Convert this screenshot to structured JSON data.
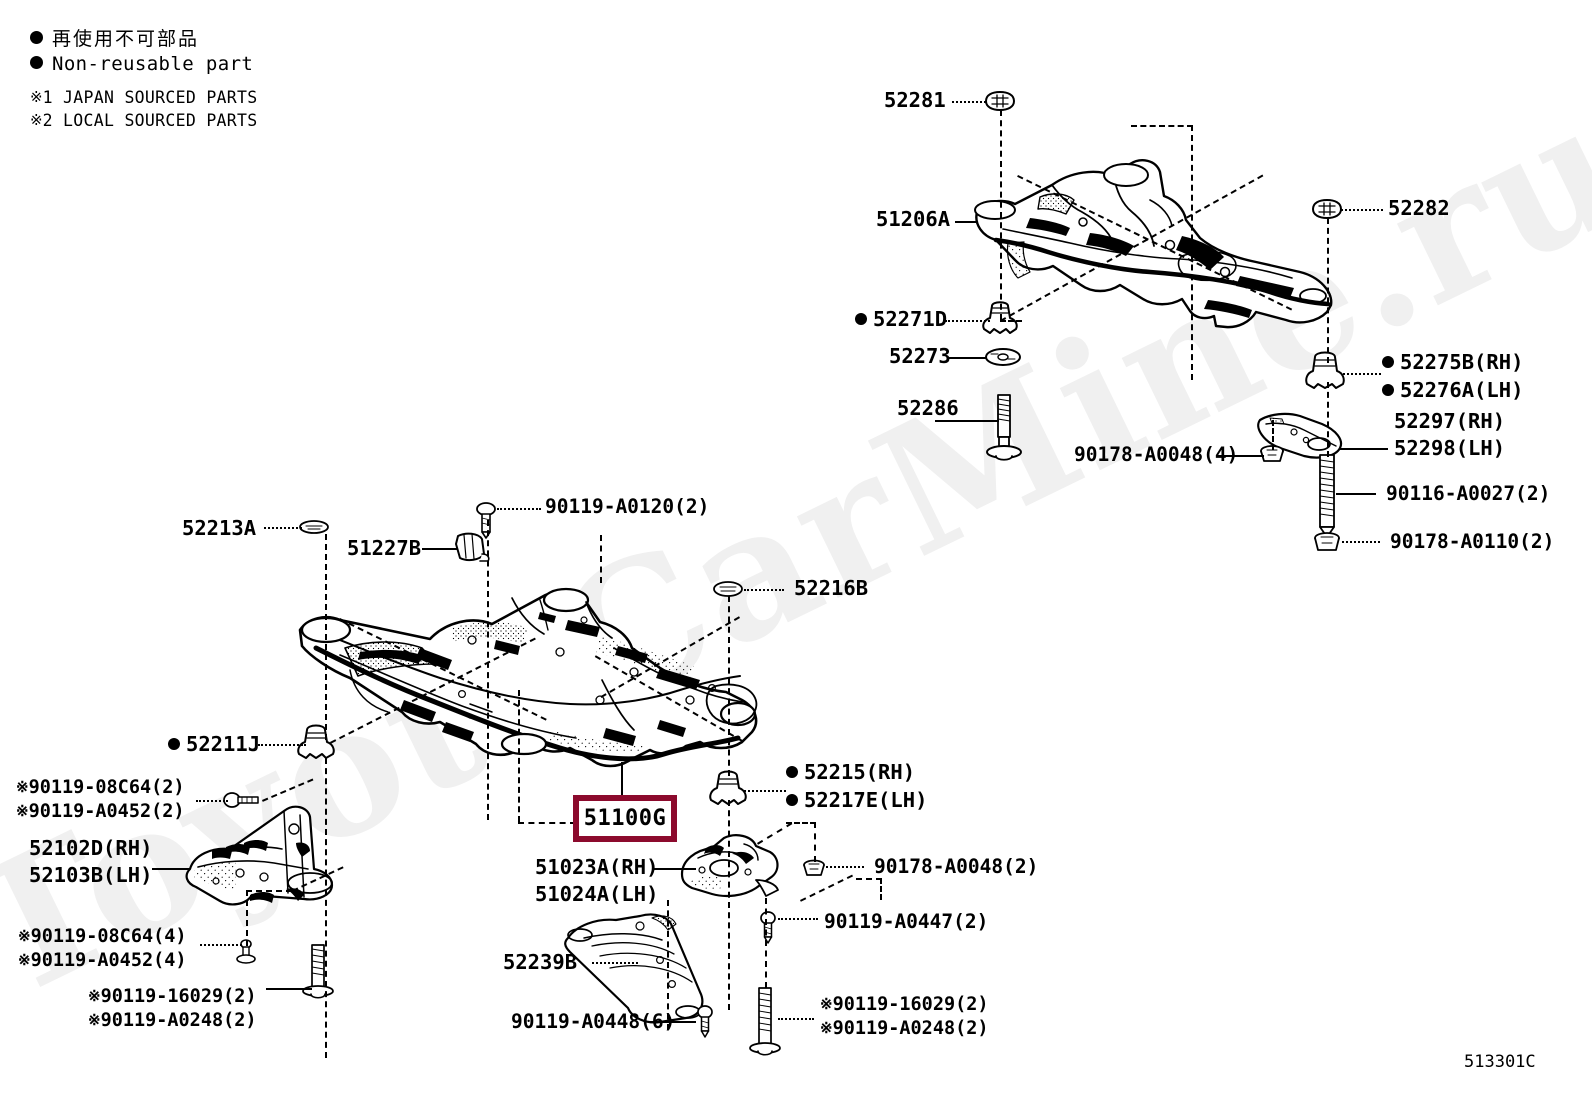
{
  "document": {
    "type": "toyota-parts-catalog-illustration",
    "drawing_number": "513301C",
    "watermark": "ToyotaCarMine.ru"
  },
  "legend": {
    "jp_nonreusable": "再使用不可部品",
    "en_nonreusable": "Non-reusable part",
    "source_1": "1 JAPAN SOURCED PARTS",
    "source_2": "2 LOCAL SOURCED PARTS",
    "kome": "※"
  },
  "highlight": {
    "part_number": "51100G",
    "border_color": "#8c0a2d"
  },
  "labels": {
    "p52281": "52281",
    "p51206A": "51206A",
    "p52271D": "52271D",
    "p52273": "52273",
    "p52286": "52286",
    "p52282": "52282",
    "p52275B": "52275B(RH)",
    "p52276A": "52276A(LH)",
    "p52297": "52297(RH)",
    "p52298": "52298(LH)",
    "p90178_A0048_4": "90178-A0048(4)",
    "p90116_A0027_2": "90116-A0027(2)",
    "p90178_A0110_2": "90178-A0110(2)",
    "p52213A": "52213A",
    "p51227B": "51227B",
    "p90119_A0120_2": "90119-A0120(2)",
    "p52216B": "52216B",
    "p52211J": "52211J",
    "p90119_08C64_2": "90119-08C64(2)",
    "p90119_A0452_2": "90119-A0452(2)",
    "p52102D": "52102D(RH)",
    "p52103B": "52103B(LH)",
    "p90119_08C64_4": "90119-08C64(4)",
    "p90119_A0452_4": "90119-A0452(4)",
    "p90119_16029_2_left": "90119-16029(2)",
    "p90119_A0248_2_left": "90119-A0248(2)",
    "p52215": "52215(RH)",
    "p52217E": "52217E(LH)",
    "p51023A": "51023A(RH)",
    "p51024A": "51024A(LH)",
    "p90178_A0048_2": "90178-A0048(2)",
    "p90119_A0447_2": "90119-A0447(2)",
    "p52239B": "52239B",
    "p90119_A0448_6": "90119-A0448(6)",
    "p90119_16029_2_right": "90119-16029(2)",
    "p90119_A0248_2_right": "90119-A0248(2)"
  }
}
